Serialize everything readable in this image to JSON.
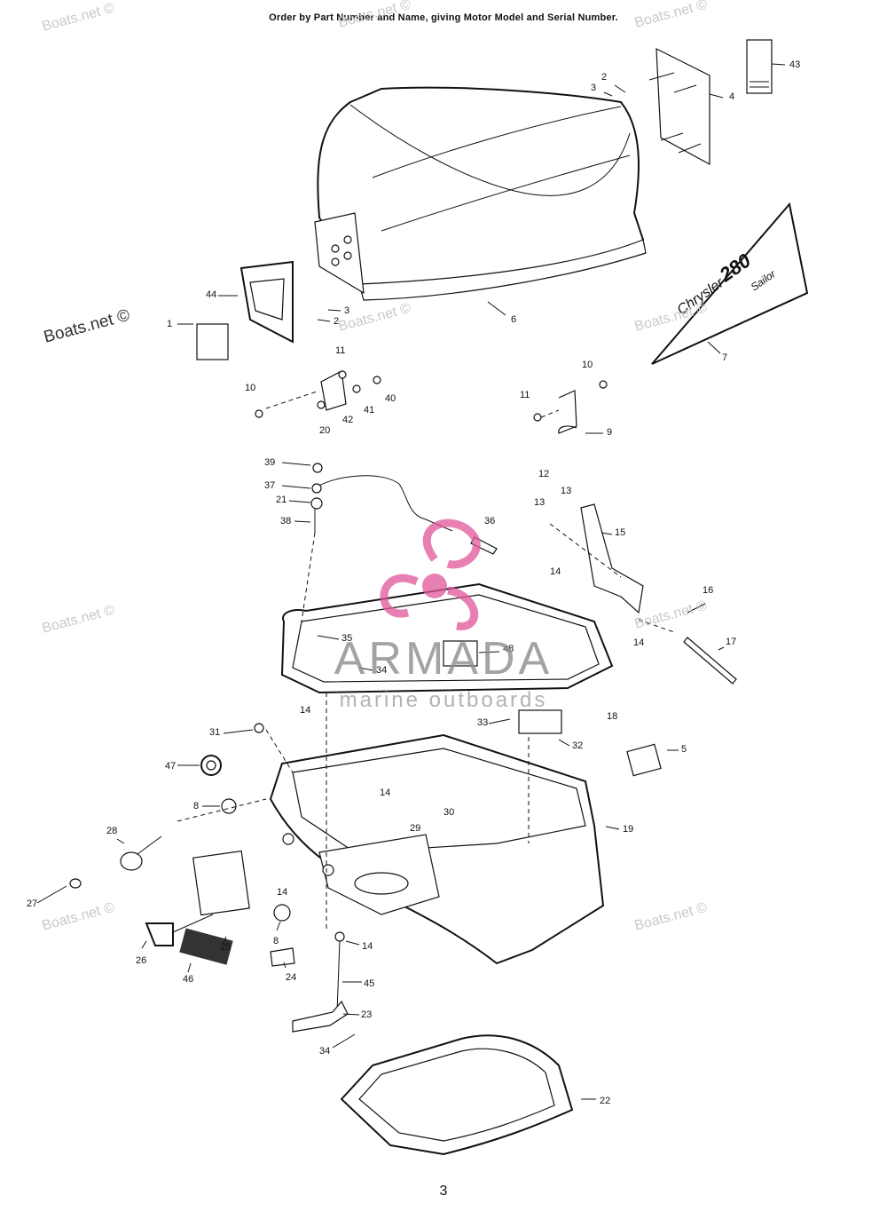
{
  "header": {
    "title": "Order by Part Number and Name, giving Motor Model and Serial Number."
  },
  "page_number": "3",
  "decal": {
    "brand": "Chrysler",
    "model_number": "280",
    "model_name": "Sailor"
  },
  "logo": {
    "name": "ARMADA",
    "tagline": "marine outboards",
    "primary_color": "#e0559a",
    "text_color": "#9a9a9a"
  },
  "watermarks": [
    "Boats.net ©",
    "Boats.net ©",
    "Boats.net ©",
    "Boats.net ©",
    "Boats.net ©",
    "Boats.net ©",
    "Boats.net ©",
    "Boats.net ©",
    "Boats.net ©",
    "Boats.net ©"
  ],
  "callouts": [
    "2",
    "3",
    "4",
    "43",
    "44",
    "1",
    "3",
    "2",
    "6",
    "7",
    "11",
    "10",
    "40",
    "41",
    "42",
    "20",
    "10",
    "11",
    "9",
    "39",
    "37",
    "21",
    "38",
    "36",
    "12",
    "13",
    "13",
    "15",
    "14",
    "16",
    "14",
    "17",
    "35",
    "34",
    "48",
    "14",
    "18",
    "33",
    "32",
    "31",
    "47",
    "5",
    "8",
    "14",
    "30",
    "29",
    "19",
    "28",
    "27",
    "14",
    "26",
    "25",
    "46",
    "8",
    "24",
    "14",
    "45",
    "23",
    "34",
    "22"
  ]
}
